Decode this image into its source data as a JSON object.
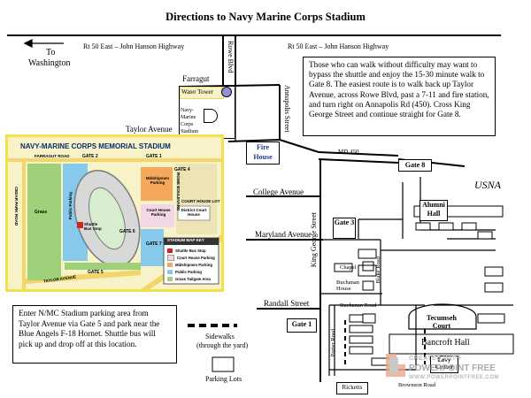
{
  "title": "Directions to Navy Marine Corps Stadium",
  "direction": {
    "label_line1": "To",
    "label_line2": "Washington"
  },
  "roads": {
    "rt50_west": "Rt 50 East – John Hanson Highway",
    "rt50_east": "Rt 50 East – John Hanson Highway",
    "rowe_blvd": "Rowe Blvd",
    "annapolis_street": "Annapolis Street",
    "taylor_avenue": "Taylor Avenue",
    "md450": "MD 450",
    "college_avenue": "College Avenue",
    "maryland_avenue": "Maryland Avenue",
    "randall_street": "Randall Street",
    "king_george_street": "King George Street",
    "buchanan_road": "Buchanan Road",
    "porter_road": "Porter Road",
    "blake_road": "Blake Road",
    "brownson_road": "Brownson Road"
  },
  "places": {
    "farragut": "Farragut",
    "water_tower": "Water Tower",
    "stadium": "Navy-Marine Corps Stadium",
    "fire_house": "Fire House",
    "usna": "USNA",
    "alumni_hall": "Alumni Hall",
    "chapel": "Chapel",
    "buchanan_house": "Buchanan House",
    "tecumseh_court": "Tecumseh Court",
    "bancroft_hall": "Bancroft Hall",
    "levy_center": "Levy Center",
    "ricketts": "Ricketts"
  },
  "gates": {
    "gate8": "Gate 8",
    "gate3": "Gate 3",
    "gate1": "Gate 1"
  },
  "notes": {
    "walk": "Those who can walk without difficulty may want to bypass the shuttle and enjoy the 15-30 minute walk to Gate 8.  The easiest route is to walk back up Taylor Avenue, across Rowe Blvd, past a 7-11 and fire station, and turn right on Annapolis Rd (450).  Cross King George Street and continue straight for Gate 8.",
    "parking": "Enter N/MC Stadium parking area from Taylor Avenue via Gate 5 and park near the Blue Angels F-18 Hornet.  Shuttle bus will pick up and drop off at this location."
  },
  "legend": {
    "sidewalks_line1": "Sidewalks",
    "sidewalks_line2": "(through the yard)",
    "parking_lots": "Parking Lots"
  },
  "inset": {
    "title": "NAVY-MARINE CORPS MEMORIAL STADIUM",
    "farragut_road": "FARRAGUT ROAD",
    "gate2": "GATE 2",
    "gate1": "GATE 1",
    "gate4": "GATE 4",
    "gate5": "GATE 5",
    "gate6": "GATE 6",
    "gate7": "GATE 7",
    "cedar_park_road": "CEDAR PARK ROAD",
    "taylor_avenue": "TAYLOR AVENUE",
    "rowe_blvd": "ROWE BOULEVARD",
    "grass": "Grass",
    "public_parking": "Public Parking",
    "midshipmen_parking": "Midshipmen Parking",
    "court_house_parking": "Court House Parking",
    "district_court_house": "District Court House",
    "court_house_lot": "COURT HOUSE LOT",
    "shuttle_bus_stop": "Shuttle Bus Stop",
    "map_key_title": "STADIUM MAP KEY",
    "key_items": [
      {
        "label": "Shuttle Bus Stop",
        "color": "#d42020"
      },
      {
        "label": "Court House Parking",
        "color": "#f2d7e6"
      },
      {
        "label": "Midshipmen Parking",
        "color": "#f3a85a"
      },
      {
        "label": "Public Parking",
        "color": "#86c9ea"
      },
      {
        "label": "Grass Tailgate Area",
        "color": "#9fd07a"
      }
    ]
  },
  "watermark": {
    "line1": "CREATED WITH",
    "line2": "POWERPOINT FREE",
    "line3": "WWW.POWERPOINTFREE.COM"
  },
  "colors": {
    "inset_border": "#f2e24a",
    "inset_bg": "#f7f2c8",
    "tower": "#9090d8"
  }
}
